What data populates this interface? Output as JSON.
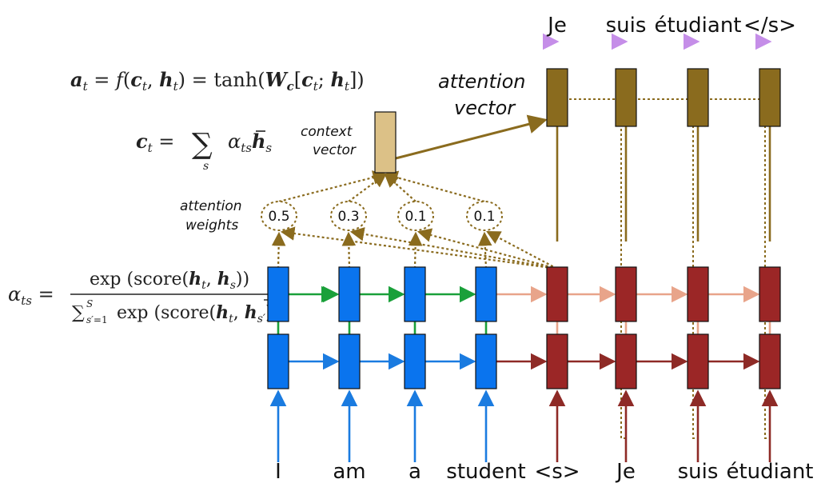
{
  "source_words": [
    "I",
    "am",
    "a",
    "student",
    "<s>",
    "Je",
    "suis",
    "étudiant"
  ],
  "target_words": [
    "Je",
    "suis",
    "étudiant",
    "</s>"
  ],
  "attention_weights": [
    "0.5",
    "0.3",
    "0.1",
    "0.1"
  ],
  "labels": {
    "attention_vector_1": "attention",
    "attention_vector_2": "vector",
    "context_vector_1": "context",
    "context_vector_2": "vector",
    "attention_weights_1": "attention",
    "attention_weights_2": "weights"
  },
  "colors": {
    "encoder": "#0a74ee",
    "decoder": "#9b2626",
    "attention_vector": "#8a6b1e",
    "context_vector": "#dcc187",
    "output_arrow": "#c58ee8",
    "encoder_arrow": "#1a7be0",
    "encoder_top_arrow": "#1aa03a",
    "decoder_top_arrow": "#e8a48a",
    "decoder_bottom_arrow": "#8e2a26",
    "attention_link": "#8a6b1e"
  }
}
